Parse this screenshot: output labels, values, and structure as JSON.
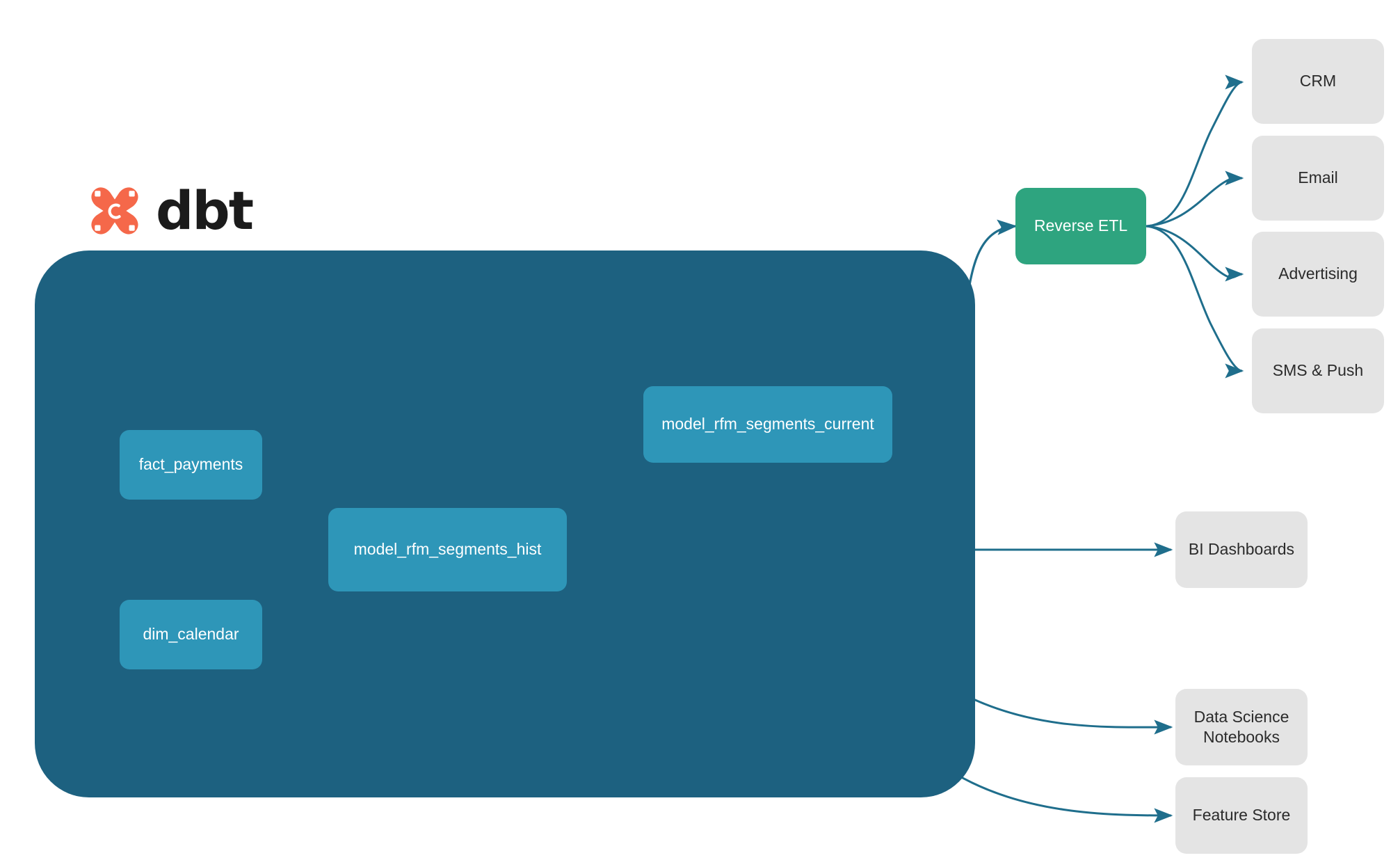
{
  "brand": {
    "logo_name": "dbt-logo",
    "wordmark": "dbt",
    "mark_color": "#f5684a",
    "wordmark_color": "#1b1b1b"
  },
  "colors": {
    "container_fill": "#1d6180",
    "model_node_fill": "#2e96b8",
    "reverse_etl_fill": "#2ea47f",
    "destination_fill": "#e4e4e4",
    "external_edge": "#1f6e8c",
    "internal_edge": "#2e93b4",
    "page_background": "#ffffff"
  },
  "container": {
    "name": "dbt-project-container"
  },
  "models": [
    {
      "id": "fact_payments",
      "label": "fact_payments"
    },
    {
      "id": "dim_calendar",
      "label": "dim_calendar"
    },
    {
      "id": "model_rfm_segments_hist",
      "label": "model_rfm_segments_hist"
    },
    {
      "id": "model_rfm_segments_current",
      "label": "model_rfm_segments_current"
    }
  ],
  "activation": {
    "id": "reverse_etl",
    "label": "Reverse ETL"
  },
  "destinations": [
    {
      "id": "crm",
      "label": "CRM"
    },
    {
      "id": "email",
      "label": "Email"
    },
    {
      "id": "advertising",
      "label": "Advertising"
    },
    {
      "id": "sms_push",
      "label": "SMS & Push"
    },
    {
      "id": "bi_dashboards",
      "label": "BI Dashboards"
    },
    {
      "id": "data_science_notebooks",
      "label": "Data Science\nNotebooks"
    },
    {
      "id": "feature_store",
      "label": "Feature Store"
    }
  ],
  "edges": [
    {
      "from": "fact_payments",
      "to": "model_rfm_segments_hist",
      "style": "internal"
    },
    {
      "from": "dim_calendar",
      "to": "model_rfm_segments_hist",
      "style": "internal"
    },
    {
      "from": "model_rfm_segments_hist",
      "to": "model_rfm_segments_current",
      "style": "internal"
    },
    {
      "from": "model_rfm_segments_current",
      "to": "reverse_etl",
      "style": "external"
    },
    {
      "from": "model_rfm_segments_hist",
      "to": "bi_dashboards",
      "style": "external"
    },
    {
      "from": "model_rfm_segments_hist",
      "to": "data_science_notebooks",
      "style": "external"
    },
    {
      "from": "model_rfm_segments_hist",
      "to": "feature_store",
      "style": "external"
    },
    {
      "from": "reverse_etl",
      "to": "crm",
      "style": "external"
    },
    {
      "from": "reverse_etl",
      "to": "email",
      "style": "external"
    },
    {
      "from": "reverse_etl",
      "to": "advertising",
      "style": "external"
    },
    {
      "from": "reverse_etl",
      "to": "sms_push",
      "style": "external"
    }
  ]
}
